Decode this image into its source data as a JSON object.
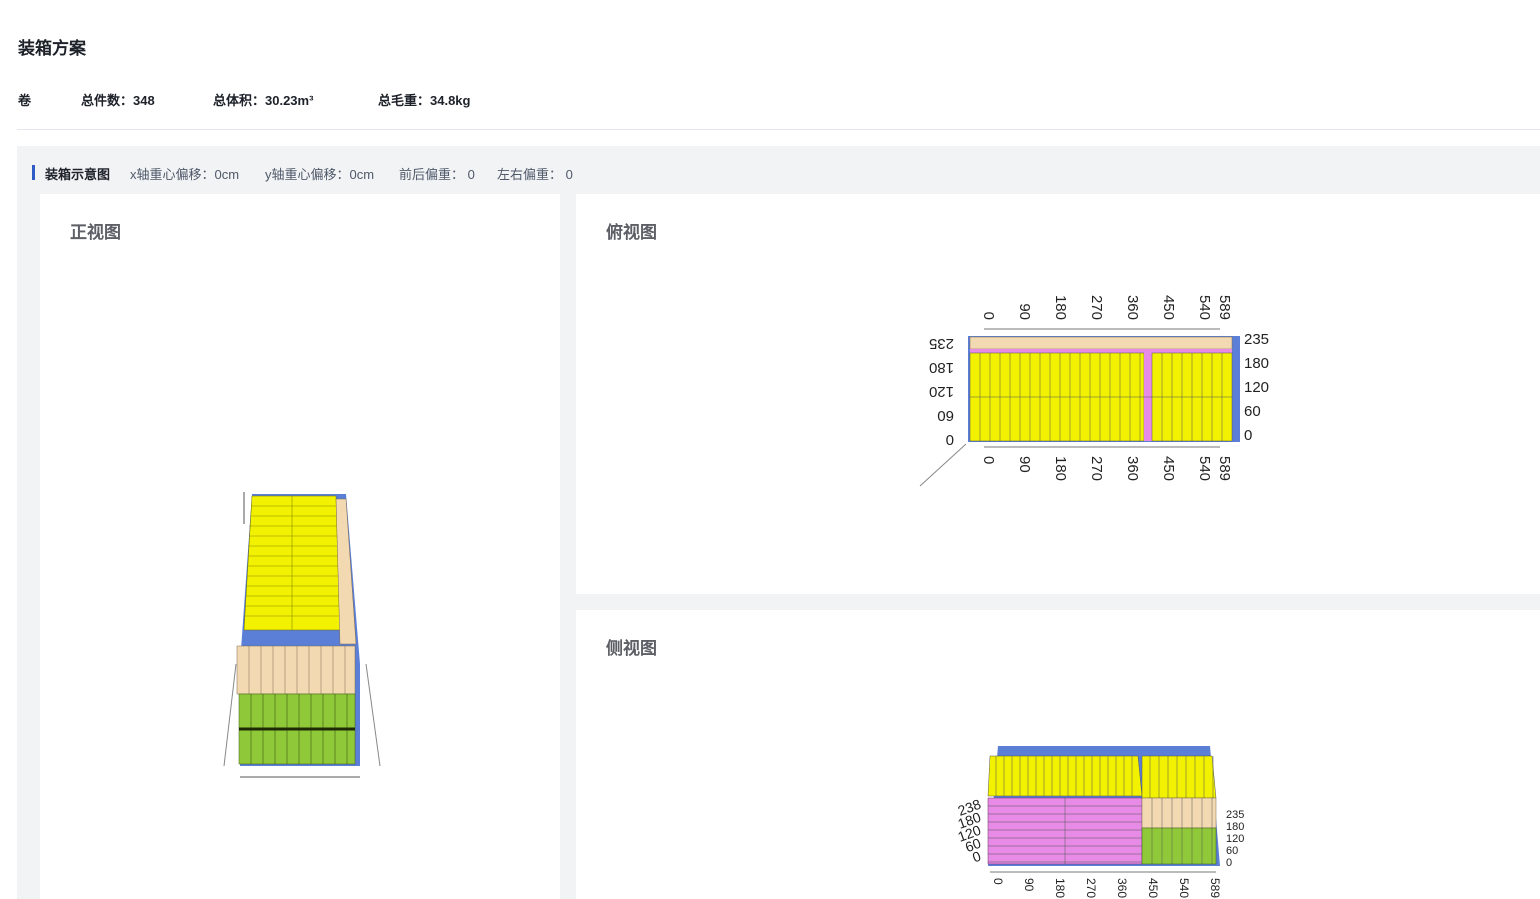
{
  "page": {
    "title": "装箱方案"
  },
  "summary": {
    "unit": "卷",
    "total_count": "总件数：348",
    "total_volume": "总体积：30.23m³",
    "total_weight": "总毛重：34.8kg"
  },
  "diagram_section": {
    "title": "装箱示意图",
    "x_offset": "x轴重心偏移：0cm",
    "y_offset": "y轴重心偏移：0cm",
    "front_back": "前后偏重：  0",
    "left_right": "左右偏重：  0"
  },
  "views": {
    "front": {
      "title": "正视图"
    },
    "top": {
      "title": "俯视图",
      "x_ticks": [
        "0",
        "90",
        "180",
        "270",
        "360",
        "450",
        "540",
        "589"
      ],
      "y_ticks": [
        "0",
        "60",
        "120",
        "180",
        "235"
      ]
    },
    "side": {
      "title": "侧视图",
      "x_ticks": [
        "0",
        "90",
        "180",
        "270",
        "360",
        "450",
        "540",
        "589"
      ],
      "y_ticks_right": [
        "0",
        "60",
        "120",
        "180",
        "235"
      ],
      "y_ticks_left": [
        "238",
        "180",
        "120",
        "60",
        "0"
      ]
    }
  },
  "colors": {
    "accent": "#2f5cc5",
    "cargo_yellow": "#f2f200",
    "cargo_tan": "#f3d9b1",
    "cargo_green": "#8fc93a",
    "cargo_pink": "#e78be6",
    "container_blue": "#5b7fd6"
  }
}
